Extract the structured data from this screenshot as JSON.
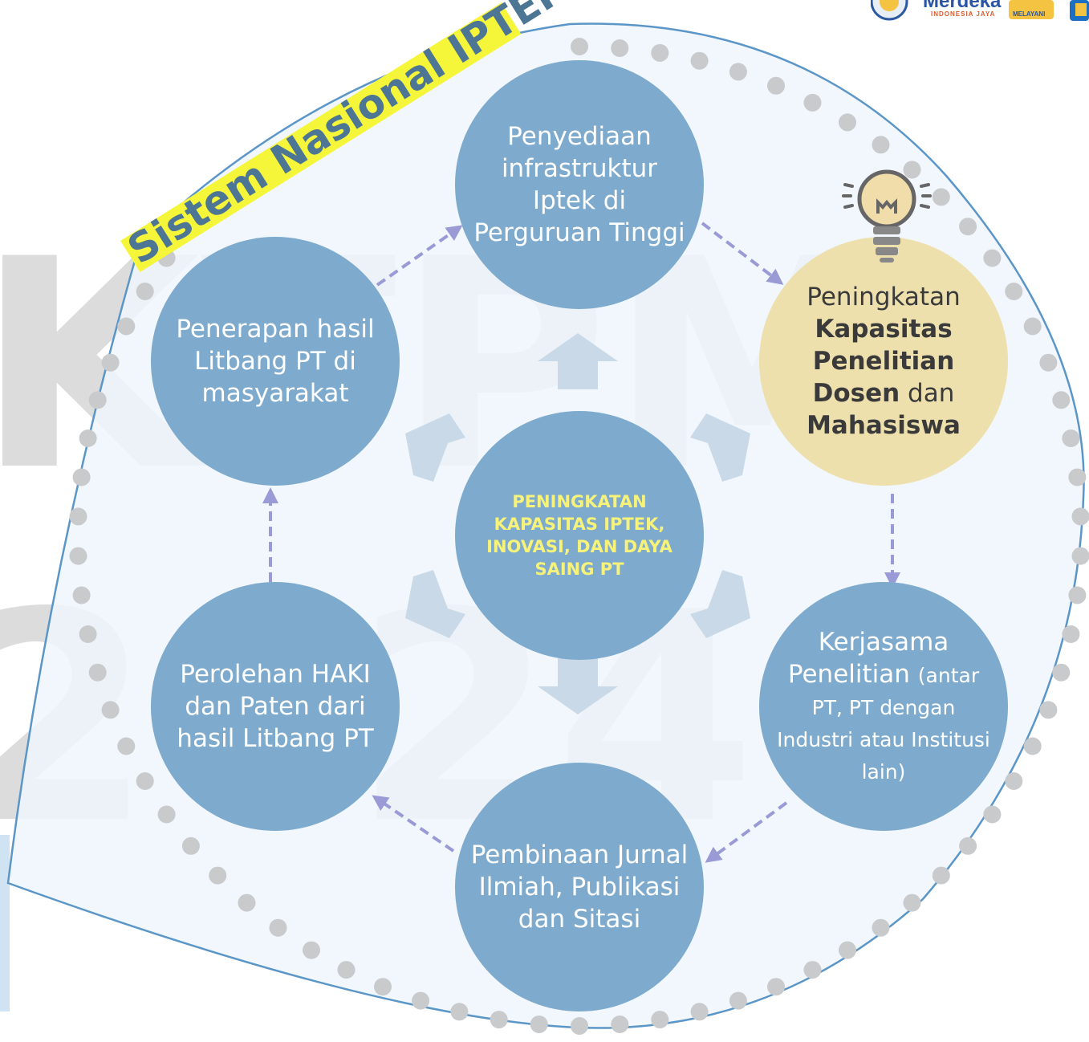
{
  "title": "Sistem Nasional IPTEK",
  "center": {
    "text": "PENINGKATAN KAPASITAS IPTEK, INOVASI, DAN DAYA SAING PT"
  },
  "nodes": {
    "top": "Penyediaan infrastruktur Iptek di Perguruan Tinggi",
    "right_top": {
      "pre": "Peningkatan",
      "bold1": "Kapasitas Penelitian Dosen",
      "mid": "dan",
      "bold2": "Mahasiswa"
    },
    "right_bottom": {
      "main": "Kerjasama Penelitian",
      "sub": "(antar PT, PT dengan Industri atau Institusi lain)"
    },
    "bottom": "Pembinaan Jurnal Ilmiah, Publikasi dan Sitasi",
    "left_bottom": "Perolehan HAKI dan Paten dari hasil Litbang PT",
    "left_top": "Penerapan hasil Litbang PT di masyarakat"
  },
  "logos": {
    "logo1": "Merdeka",
    "logo1_sub": "INDONESIA JAYA",
    "logo2_sub": "MELAYANI"
  },
  "colors": {
    "node_blue": "#7eabcd",
    "node_highlight": "#ede0ad",
    "center_text": "#f7f27a",
    "dashed_arrow": "#9a9bd6",
    "title_highlight": "#f5f53a",
    "title_text": "#4d7594",
    "dots": "#c8cacc",
    "region_fill": "#eef6fb",
    "region_stroke": "#5b96c8"
  }
}
